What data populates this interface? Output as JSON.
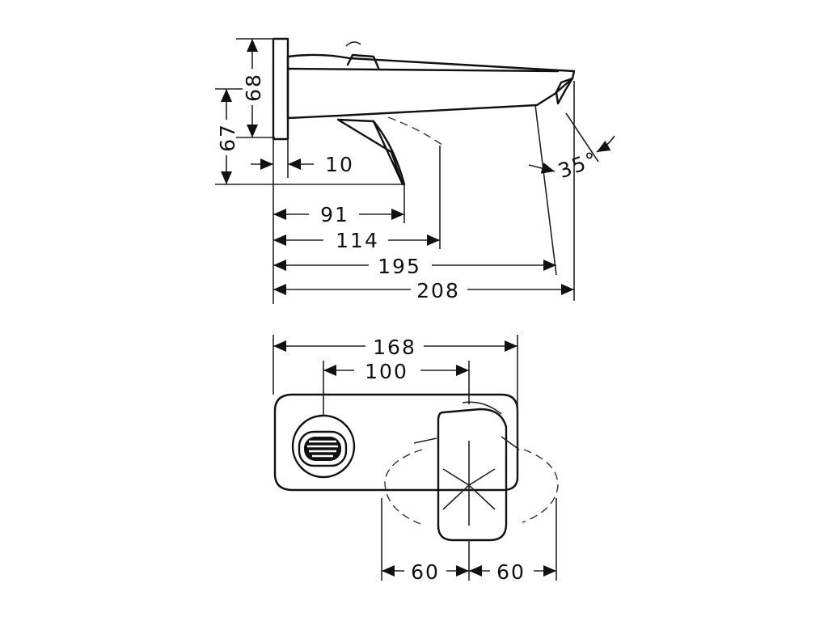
{
  "dimensions": {
    "wall_height": "68",
    "lower_height": "67",
    "plate_depth": "10",
    "handle_offset": "91",
    "handle_reach": "114",
    "spout_outlet": "195",
    "spout_projection": "208",
    "spout_angle": "35°",
    "plate_width": "168",
    "center_distance": "100",
    "swing_left": "60",
    "swing_right": "60"
  },
  "colors": {
    "ink": "#111111",
    "background": "#ffffff"
  }
}
